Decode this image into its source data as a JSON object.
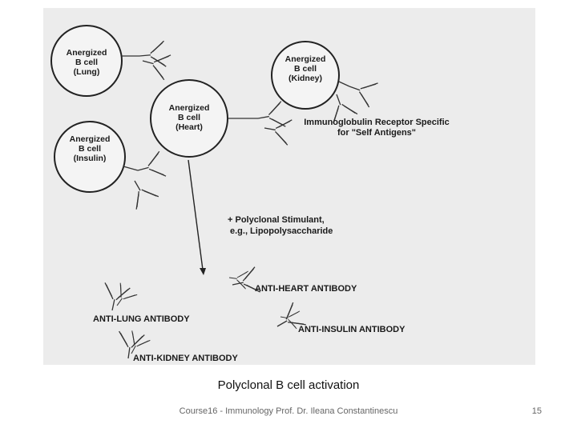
{
  "figure": {
    "cells": [
      {
        "id": "lung",
        "line1": "Anergized",
        "line2": "B cell",
        "line3": "(Lung)"
      },
      {
        "id": "kidney",
        "line1": "Anergized",
        "line2": "B cell",
        "line3": "(Kidney)"
      },
      {
        "id": "heart",
        "line1": "Anergized",
        "line2": "B cell",
        "line3": "(Heart)"
      },
      {
        "id": "insulin",
        "line1": "Anergized",
        "line2": "B cell",
        "line3": "(Insulin)"
      }
    ],
    "receptor_label": {
      "line1": "Immunoglobulin Receptor Specific",
      "line2": "for \"Self Antigens\""
    },
    "stimulant_label": {
      "line1": "+ Polyclonal Stimulant,",
      "line2": "e.g., Lipopolysaccharide"
    },
    "antibodies": {
      "heart": "ANTI-HEART ANTIBODY",
      "lung": "ANTI-LUNG ANTIBODY",
      "insulin": "ANTI-INSULIN ANTIBODY",
      "kidney": "ANTI-KIDNEY ANTIBODY"
    }
  },
  "caption": "Polyclonal B cell activation",
  "footer": "Course16 - Immunology Prof. Dr. Ileana Constantinescu",
  "page_number": "15"
}
